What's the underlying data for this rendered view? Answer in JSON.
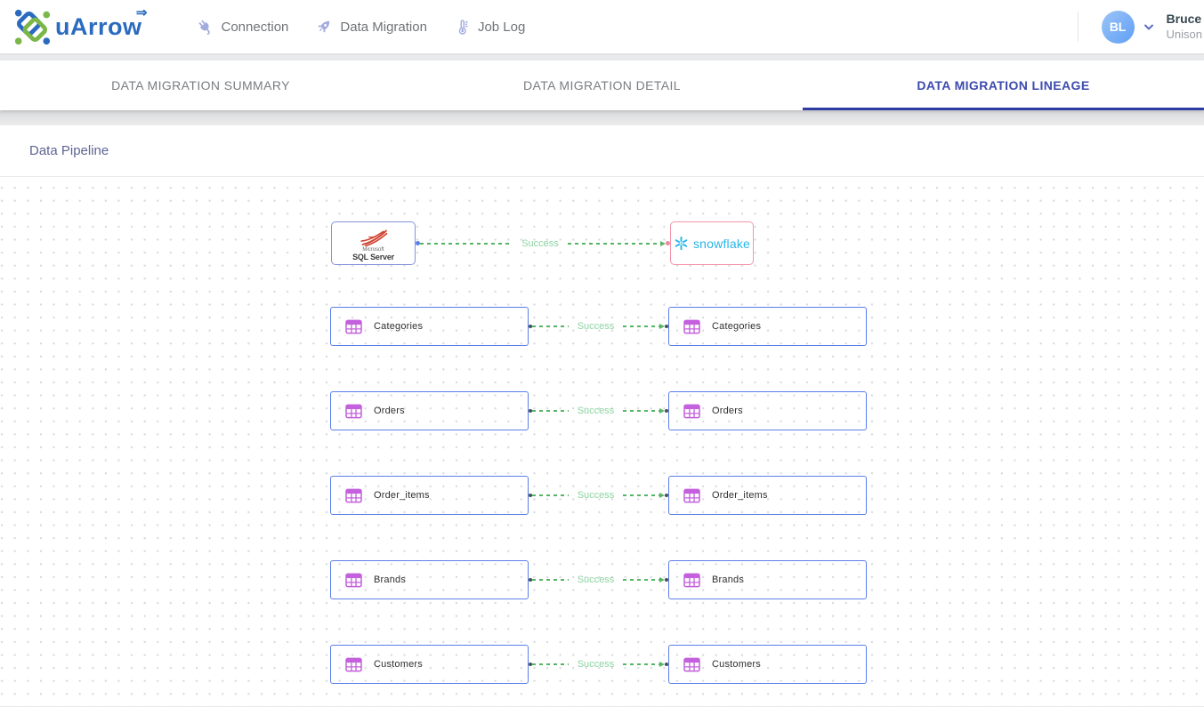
{
  "header": {
    "logo_text": "uArrow",
    "logo_arrow": "⇒",
    "nav": [
      {
        "label": "Connection"
      },
      {
        "label": "Data Migration"
      },
      {
        "label": "Job Log"
      }
    ],
    "user": {
      "initials": "BL",
      "name": "Bruce",
      "org": "Unison"
    }
  },
  "tabs": [
    {
      "label": "DATA MIGRATION SUMMARY"
    },
    {
      "label": "DATA MIGRATION DETAIL"
    },
    {
      "label": "DATA MIGRATION LINEAGE"
    }
  ],
  "section_title": "Data Pipeline",
  "pipeline": {
    "source_system": {
      "vendor": "Microsoft",
      "name": "SQL Server"
    },
    "target_system": {
      "name": "snowflake"
    },
    "connection": {
      "status": "Success"
    },
    "tables": [
      {
        "source": "Categories",
        "target": "Categories",
        "status": "Success"
      },
      {
        "source": "Orders",
        "target": "Orders",
        "status": "Success"
      },
      {
        "source": "Order_items",
        "target": "Order_items",
        "status": "Success"
      },
      {
        "source": "Brands",
        "target": "Brands",
        "status": "Success"
      },
      {
        "source": "Customers",
        "target": "Customers",
        "status": "Success"
      }
    ]
  },
  "colors": {
    "brand_blue": "#2a6bbf",
    "brand_green": "#7ab648",
    "active_tab": "#3e4bae",
    "table_node_border": "#5b7fe8",
    "snowflake_node_border": "#f494ab",
    "table_icon_purple": "#c45fdd",
    "edge_green": "#56b465",
    "status_label_green": "#8bd4a0",
    "snowflake_blue": "#29b5e8",
    "sql_server_red": "#d0402f"
  }
}
